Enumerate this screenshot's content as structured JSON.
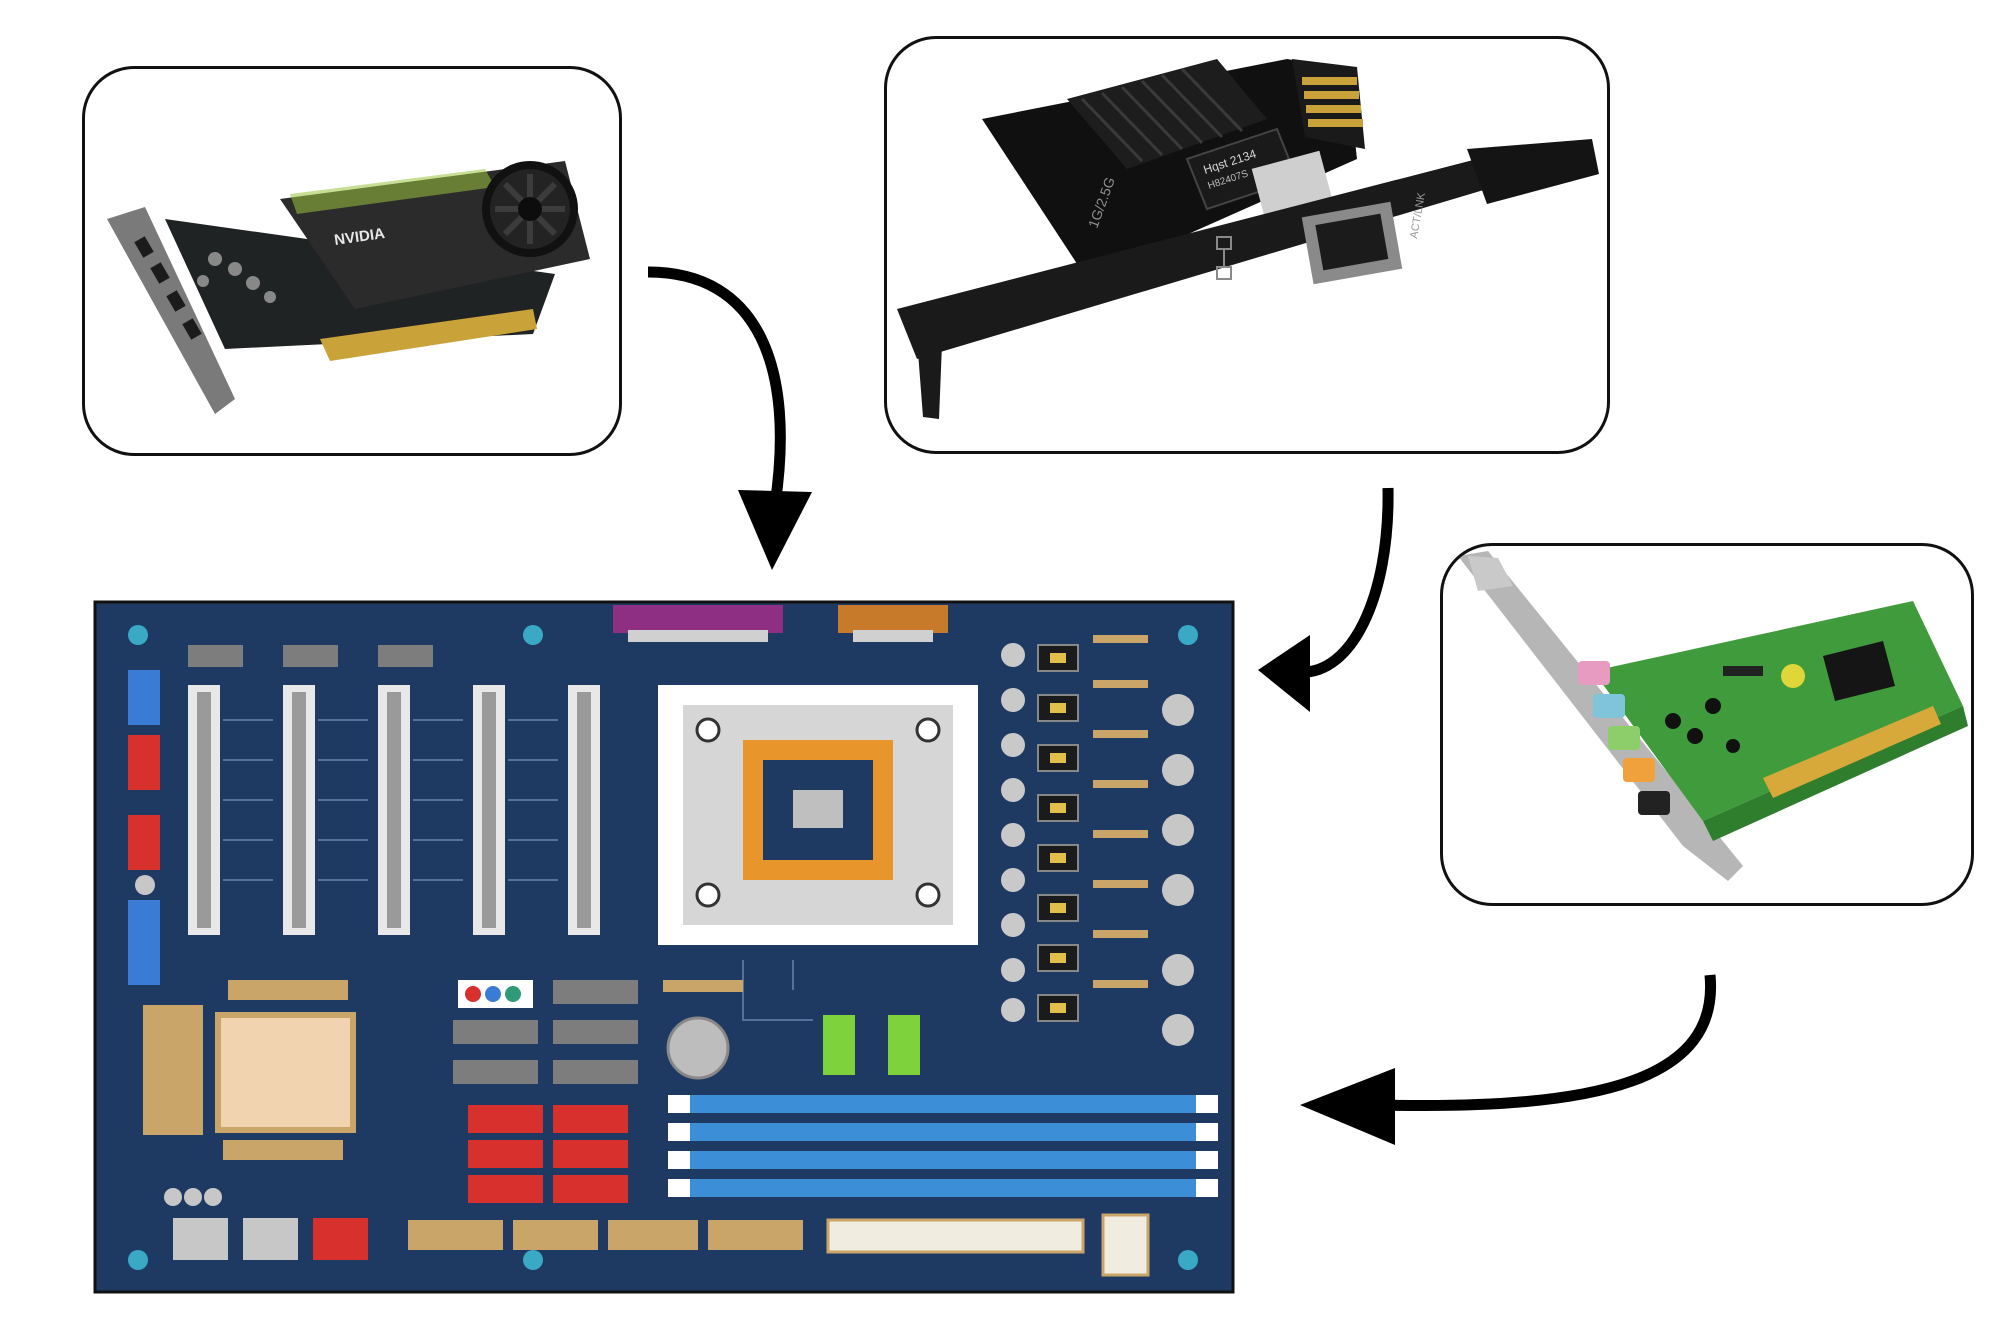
{
  "gpu": {
    "brand": "NVIDIA",
    "heatsink_color": "#2b2b2b",
    "accent_color": "#9ac33c"
  },
  "nic": {
    "port_label": "ACT/LNK",
    "chip_label": "Hqst 2134",
    "chip_sub": "H82407S",
    "silk_label": "1G/2.5G"
  },
  "sound": {
    "pcb_color": "#3f9b3b",
    "jack_colors": [
      "#e89bc0",
      "#7fc4d8",
      "#8ccf6a",
      "#f0a13c",
      "#222222"
    ]
  },
  "motherboard": {
    "board_color": "#1e3a63",
    "pcie_slot_count": 5,
    "dimm_slot_count": 4,
    "sata_port_count": 6,
    "colors": {
      "accent": "#e8962c",
      "sata": "#d8302c",
      "dimm": "#3c8fd6",
      "header_blue": "#3a7bd5",
      "green": "#7ed33c"
    }
  },
  "arrows": [
    "gpu-to-motherboard",
    "nic-to-motherboard",
    "sound-card-to-motherboard"
  ]
}
